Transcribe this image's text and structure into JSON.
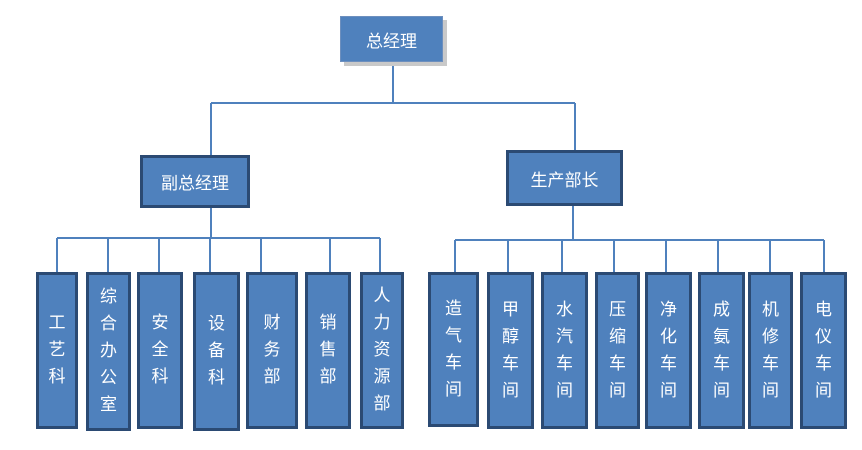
{
  "root": "总经理",
  "managers": {
    "deputy": "副总经理",
    "production": "生产部长"
  },
  "departments": {
    "craft": "工艺科",
    "general_office": "综合办公室",
    "safety": "安全科",
    "equipment": "设备科",
    "finance": "财务部",
    "sales": "销售部",
    "hr": "人力资源部"
  },
  "workshops": {
    "gas_making": "造气车间",
    "methanol": "甲醇车间",
    "water_steam": "水汽车间",
    "compression": "压缩车间",
    "purification": "净化车间",
    "ammonia": "成氨车间",
    "machine_repair": "机修车间",
    "electric_instrument": "电仪车间"
  },
  "colors": {
    "box_fill": "#4f81bd",
    "box_text": "#ffffff",
    "connector": "#4f81bd",
    "shadow": "#c9c9c9",
    "dark_border": "#2b4a73"
  }
}
